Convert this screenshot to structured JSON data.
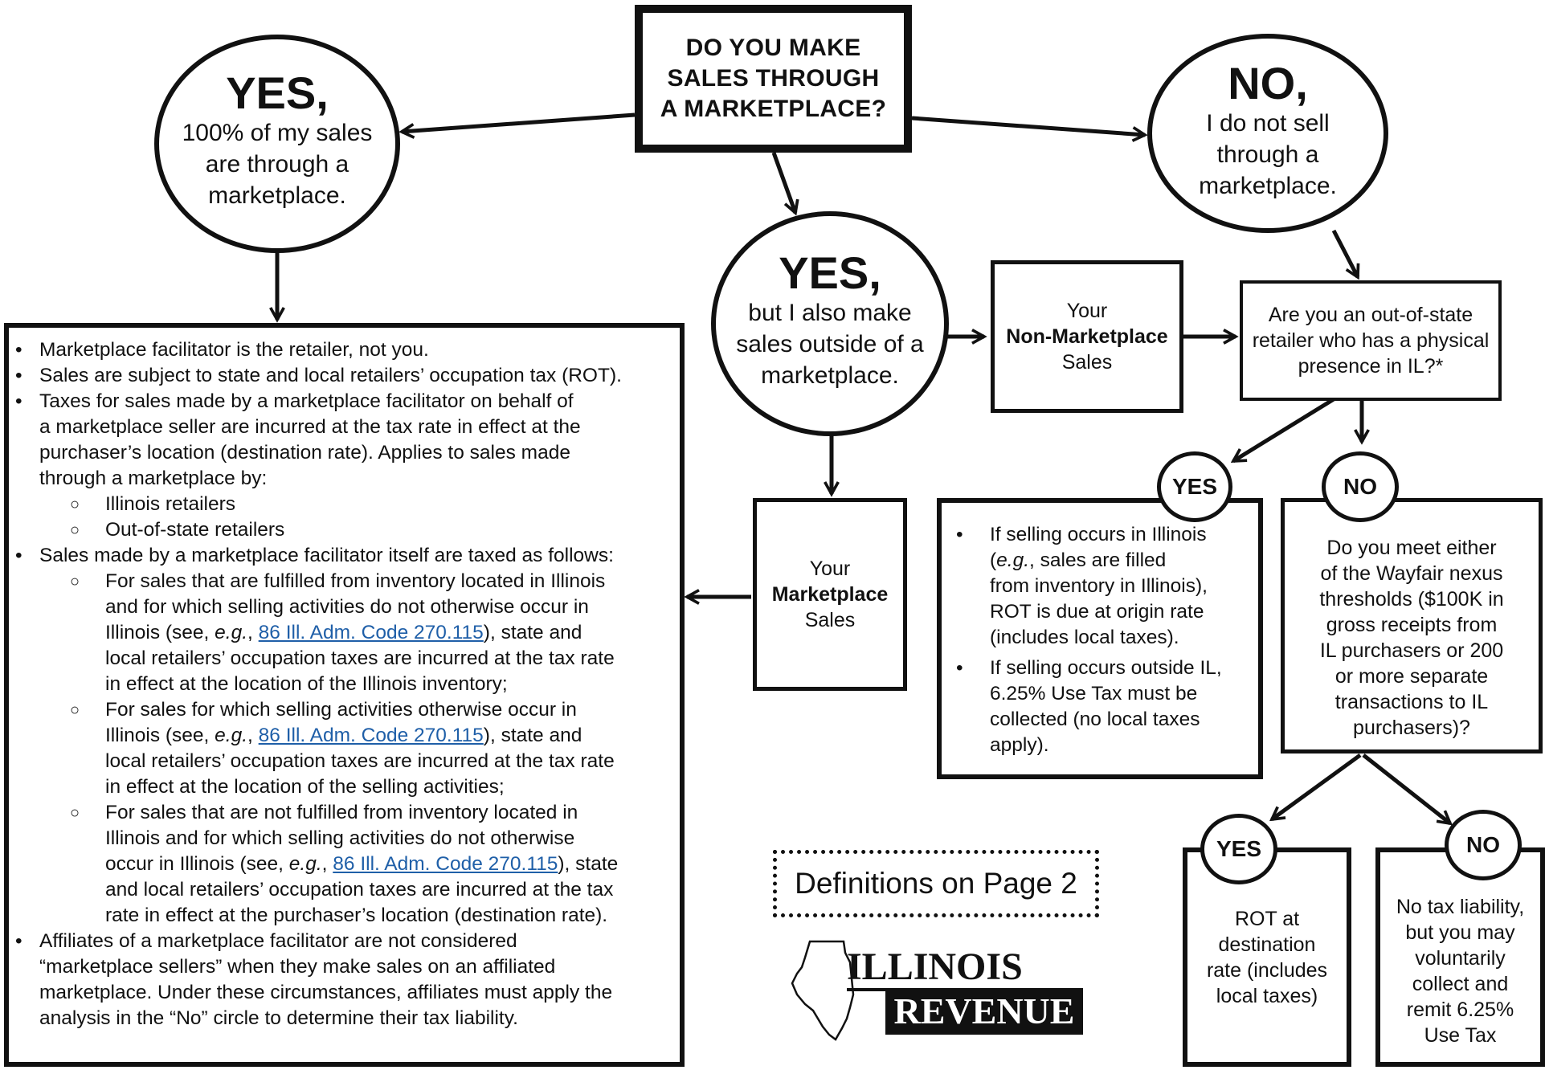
{
  "title": {
    "line1": "DO YOU MAKE",
    "line2": "SALES THROUGH",
    "line3": "A MARKETPLACE?"
  },
  "yes_all": {
    "head": "YES,",
    "line1": "100% of my sales",
    "line2": "are through a",
    "line3": "marketplace."
  },
  "yes_also": {
    "head": "YES,",
    "line1": "but I also make",
    "line2": "sales outside of a",
    "line3": "marketplace."
  },
  "no_sell": {
    "head": "NO,",
    "line1": "I do not sell",
    "line2": "through a",
    "line3": "marketplace."
  },
  "non_marketplace": {
    "line1": "Your",
    "line2": "Non-Marketplace",
    "line3": "Sales"
  },
  "marketplace_sales": {
    "line1": "Your",
    "line2": "Marketplace",
    "line3": "Sales"
  },
  "out_of_state_q": {
    "line1": "Are you an out-of-state",
    "line2": "retailer who has a physical",
    "line3": "presence in IL?*"
  },
  "yes_label": "YES",
  "no_label": "NO",
  "yes_box": {
    "b1_l1": "If selling occurs in Illinois",
    "b1_l2_eg": "e.g.",
    "b1_l2_rest": ", sales are filled",
    "b1_l3": "from inventory in Illinois),",
    "b1_l4": "ROT is due at origin rate",
    "b1_l5": "(includes local taxes).",
    "b2_l1": "If selling occurs outside IL,",
    "b2_l2": "6.25% Use Tax must be",
    "b2_l3": "collected (no local taxes",
    "b2_l4": "apply)."
  },
  "wayfair_q": {
    "l1": "Do you meet either",
    "l2": "of the Wayfair nexus",
    "l3": "thresholds ($100K in",
    "l4": "gross receipts from",
    "l5": "IL purchasers or 200",
    "l6": "or more separate",
    "l7": "transactions to IL",
    "l8": "purchasers)?"
  },
  "rot_dest": {
    "l1": "ROT at",
    "l2": "destination",
    "l3": "rate (includes",
    "l4": "local taxes)"
  },
  "no_liability": {
    "l1": "No tax liability,",
    "l2": "but you may",
    "l3": "voluntarily",
    "l4": "collect and",
    "l5": "remit 6.25%",
    "l6": "Use Tax"
  },
  "definitions": "Definitions on Page 2",
  "logo": {
    "line1": "ILLINOIS",
    "line2": "REVENUE"
  },
  "main_box": {
    "b1": "Marketplace facilitator is the retailer, not you.",
    "b2": "Sales are subject to state and local retailers’ occupation tax (ROT).",
    "b3_l1": "Taxes for sales made by a marketplace facilitator on behalf of",
    "b3_l2": "a marketplace seller are incurred at the tax rate in effect at the",
    "b3_l3": "purchaser’s location (destination rate). Applies to sales made",
    "b3_l4": "through a marketplace by:",
    "b3_s1": "Illinois retailers",
    "b3_s2": "Out-of-state retailers",
    "b4": "Sales made by a marketplace facilitator itself are taxed as follows:",
    "b4_s1_l1": "For sales that are fulfilled from inventory located in Illinois",
    "b4_s1_l2": "and for which selling activities do not otherwise occur in",
    "b4_s1_l3a": "Illinois (see, ",
    "eg": "e.g.",
    "comma_sp": ", ",
    "link": "86 Ill. Adm. Code 270.115",
    "b4_s1_l3b": "), state and",
    "b4_s1_l4": "local retailers’ occupation taxes are incurred at the tax rate",
    "b4_s1_l5": "in effect at the location of the Illinois inventory;",
    "b4_s2_l1": "For sales for which selling activities otherwise occur in",
    "b4_s2_l2a": "Illinois (see, ",
    "b4_s2_l2b": "), state and",
    "b4_s2_l3": "local retailers’ occupation taxes are incurred at the tax rate",
    "b4_s2_l4": "in effect at the location of the selling activities;",
    "b4_s3_l1": "For sales that are not fulfilled from inventory located in",
    "b4_s3_l2": "Illinois and for which selling activities do not otherwise",
    "b4_s3_l3a": "occur in Illinois (see, ",
    "b4_s3_l3b": "), state",
    "b4_s3_l4": "and local retailers’ occupation taxes are incurred at the tax",
    "b4_s3_l5": "rate in effect at the purchaser’s location (destination rate).",
    "b5_l1": "Affiliates of a marketplace facilitator are not considered",
    "b5_l2": "“marketplace sellers” when they make sales on an affiliated",
    "b5_l3": "marketplace. Under these circumstances, affiliates must apply the",
    "b5_l4": "analysis in the “No” circle to determine their tax liability."
  }
}
